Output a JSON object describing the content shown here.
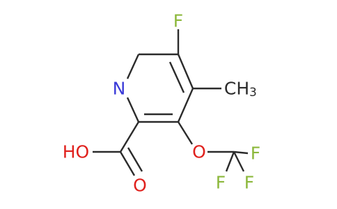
{
  "molecule": {
    "atoms": {
      "fluoro": {
        "text": "F"
      },
      "nitrogen": {
        "text": "N"
      },
      "methyl_c": {
        "text": "CH"
      },
      "methyl_sub": {
        "text": "3"
      },
      "hydroxyl": {
        "text": "HO"
      },
      "ether_o": {
        "text": "O"
      },
      "carbonyl_o": {
        "text": "O"
      },
      "cf3_f1": {
        "text": "F"
      },
      "cf3_f2": {
        "text": "F"
      },
      "cf3_f3": {
        "text": "F"
      }
    },
    "colors": {
      "bond": "#2b2b2b",
      "carbon": "#2b2b2b",
      "nitrogen": "#3a3ad8",
      "oxygen": "#e0211d",
      "fluorine": "#8cb83c"
    }
  }
}
